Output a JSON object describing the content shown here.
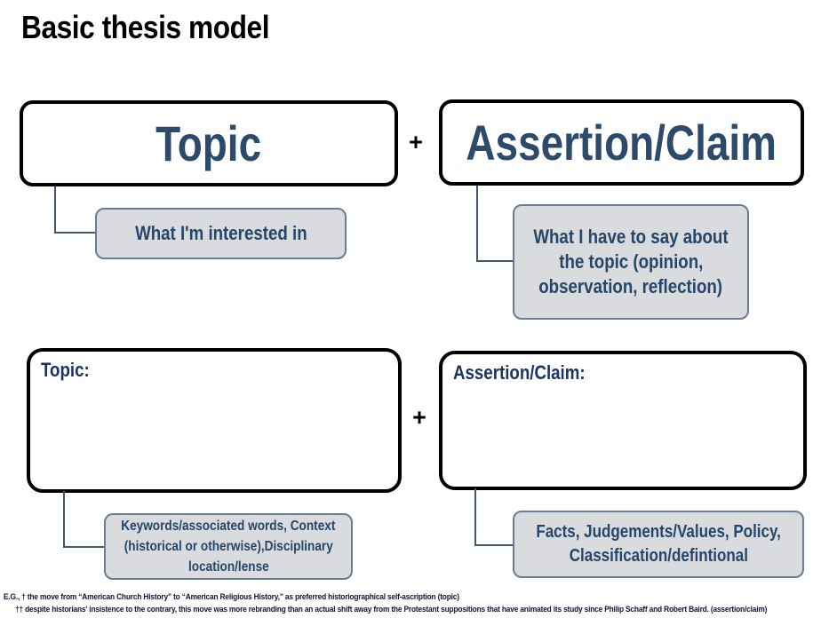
{
  "title": "Basic thesis model",
  "plus": "+",
  "row1": {
    "topic_label": "Topic",
    "assertion_label": "Assertion/Claim",
    "topic_note": {
      "line1": "What I'm interested in"
    },
    "assertion_note": {
      "line1": "What I have to say about",
      "line2": "the topic (opinion,",
      "line3": "observation, reflection)"
    }
  },
  "row2": {
    "topic_label": "Topic:",
    "assertion_label": "Assertion/Claim:",
    "topic_note": {
      "line1": "Keywords/associated words, Context",
      "line2": "(historical or otherwise),Disciplinary",
      "line3": "location/lense"
    },
    "assertion_note": {
      "line1": "Facts, Judgements/Values, Policy,",
      "line2": "Classification/defintional"
    }
  },
  "footnotes": {
    "line1": "E.G., † the move from “American Church History” to “American Religious History,” as preferred historiographical self-ascription (topic)",
    "line2": "†† despite historians' insistence to the contrary, this move was more rebranding than an actual shift away from the Protestant suppositions that have animated its study since Philip Schaff and Robert Baird. (assertion/claim)"
  },
  "colors": {
    "heading_text": "#2d4a6b",
    "label_text": "#1d3461",
    "note_text": "#24466b",
    "note_fill": "#d9dbde",
    "note_border": "#6b7c93",
    "box_border": "#000000",
    "connector": "#3f5874",
    "footnote_text": "#14142e"
  }
}
